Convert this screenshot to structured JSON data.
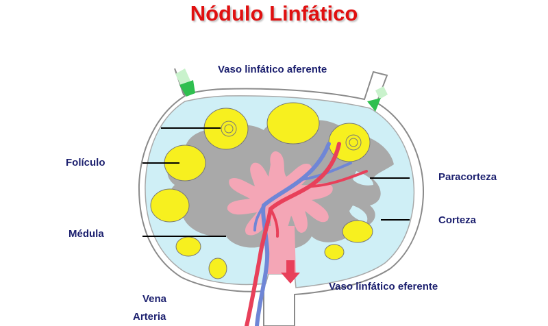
{
  "title": "Nódulo Linfático",
  "labels": {
    "afferent": "Vaso linfático aferente",
    "follicle": "Folículo",
    "medulla": "Médula",
    "paracortex": "Paracorteza",
    "cortex": "Corteza",
    "efferent": "Vaso linfático eferente",
    "vein": "Vena",
    "artery": "Arteria"
  },
  "colors": {
    "title": "#e01010",
    "label": "#1b1f6e",
    "capsule_fill": "#cfeff6",
    "capsule_stroke": "#8a8a8a",
    "cortex": "#a9a9a9",
    "follicle": "#f7f01f",
    "medulla": "#f4a6b6",
    "artery": "#e8405a",
    "vein": "#6f86d6",
    "afferent_arrow": "#2fbf4f"
  }
}
